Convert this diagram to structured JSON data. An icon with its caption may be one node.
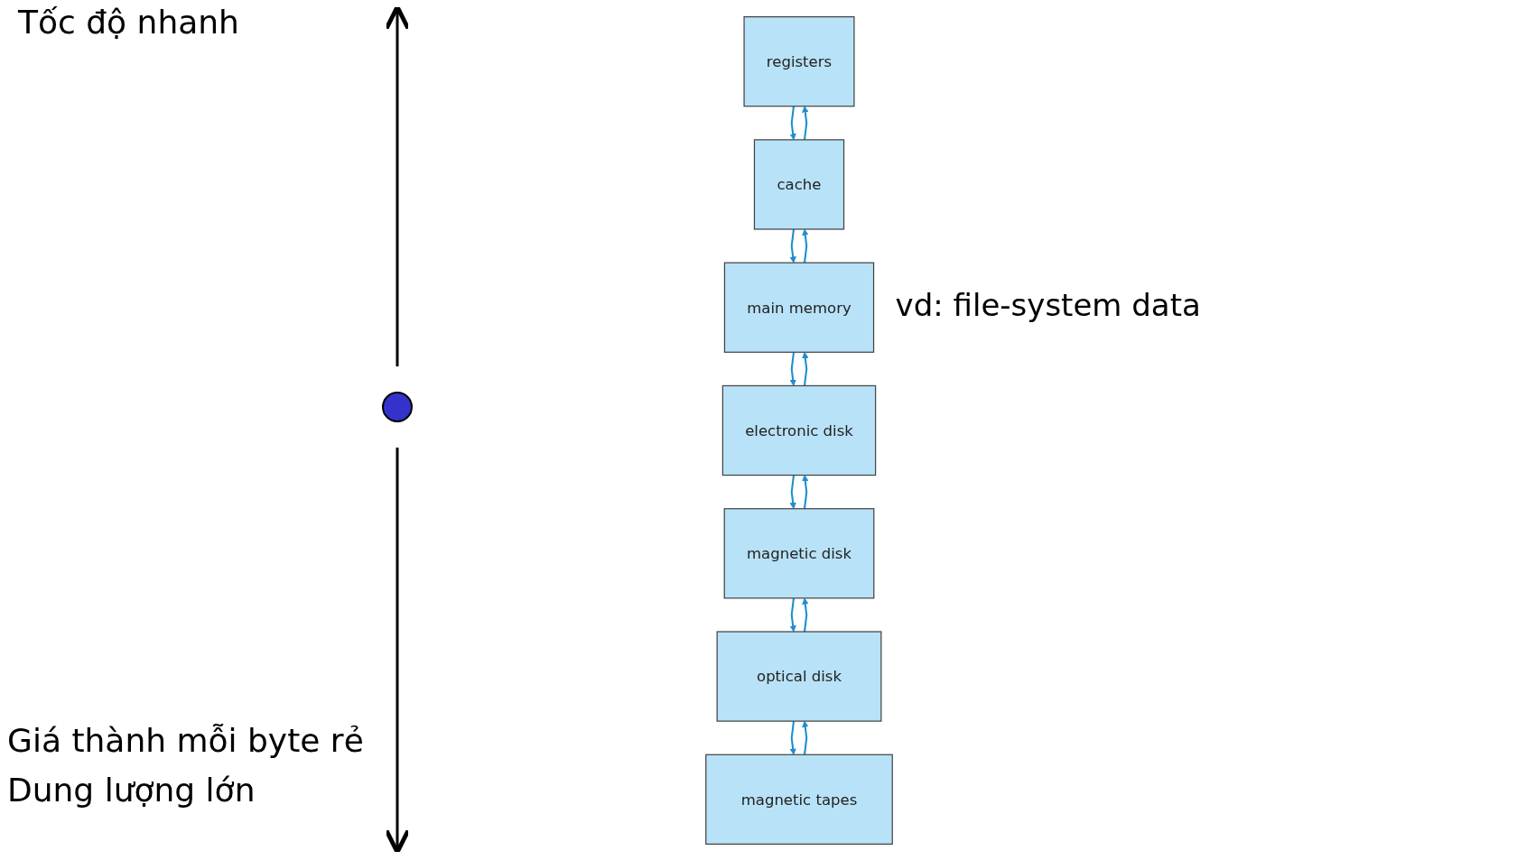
{
  "diagram": {
    "nodes": [
      {
        "text": [
          "registers"
        ]
      },
      {
        "text": [
          "cache"
        ]
      },
      {
        "text": [
          "main memory"
        ],
        "beside": [
          "vd: file-system data"
        ]
      },
      {
        "text": [
          "electronic disk"
        ]
      },
      {
        "text": [
          "magnetic disk"
        ]
      },
      {
        "text": [
          "optical disk"
        ]
      },
      {
        "text": [
          "magnetic tapes"
        ]
      }
    ],
    "edges": [
      {
        "from": 1,
        "to": 0,
        "arrow": "to"
      },
      {
        "from": 0,
        "to": 1,
        "arrow": "to"
      },
      {
        "from": 2,
        "to": 1,
        "arrow": "to"
      },
      {
        "from": 1,
        "to": 2,
        "arrow": "to"
      },
      {
        "from": 3,
        "to": 2,
        "arrow": "to"
      },
      {
        "from": 2,
        "to": 3,
        "arrow": "to"
      },
      {
        "from": 4,
        "to": 3,
        "arrow": "to"
      },
      {
        "from": 3,
        "to": 4,
        "arrow": "to"
      },
      {
        "from": 5,
        "to": 4,
        "arrow": "to"
      },
      {
        "from": 4,
        "to": 5,
        "arrow": "to"
      },
      {
        "from": 6,
        "to": 5,
        "arrow": "to"
      },
      {
        "from": 5,
        "to": 6,
        "arrow": "to"
      }
    ],
    "labels": [
      "Tốc độ nhanh",
      "Giá thành mỗi byte rẻ",
      "Dung lượng lớn"
    ]
  }
}
